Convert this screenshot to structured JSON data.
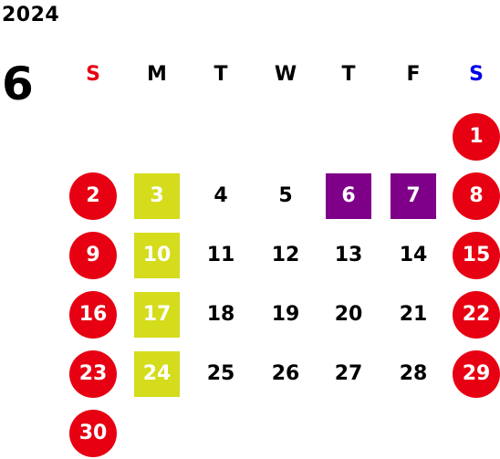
{
  "calendar": {
    "year": "2024",
    "month": "6",
    "weekday_headers": [
      {
        "label": "S",
        "color": "#e60012"
      },
      {
        "label": "M",
        "color": "#000000"
      },
      {
        "label": "T",
        "color": "#000000"
      },
      {
        "label": "W",
        "color": "#000000"
      },
      {
        "label": "T",
        "color": "#000000"
      },
      {
        "label": "F",
        "color": "#000000"
      },
      {
        "label": "S",
        "color": "#0000e6"
      }
    ],
    "first_weekday_index": 6,
    "days_in_month": 30,
    "colors": {
      "holiday_circle": "#e60012",
      "highlight_lime": "#d4dc1c",
      "highlight_purple": "#7f0088",
      "marked_text": "#ffffff",
      "normal_text": "#000000"
    },
    "days": [
      {
        "day": "1",
        "mark": "red-circle"
      },
      {
        "day": "2",
        "mark": "red-circle"
      },
      {
        "day": "3",
        "mark": "lime-square"
      },
      {
        "day": "4",
        "mark": "none"
      },
      {
        "day": "5",
        "mark": "none"
      },
      {
        "day": "6",
        "mark": "purple-square"
      },
      {
        "day": "7",
        "mark": "purple-square"
      },
      {
        "day": "8",
        "mark": "red-circle"
      },
      {
        "day": "9",
        "mark": "red-circle"
      },
      {
        "day": "10",
        "mark": "lime-square"
      },
      {
        "day": "11",
        "mark": "none"
      },
      {
        "day": "12",
        "mark": "none"
      },
      {
        "day": "13",
        "mark": "none"
      },
      {
        "day": "14",
        "mark": "none"
      },
      {
        "day": "15",
        "mark": "red-circle"
      },
      {
        "day": "16",
        "mark": "red-circle"
      },
      {
        "day": "17",
        "mark": "lime-square"
      },
      {
        "day": "18",
        "mark": "none"
      },
      {
        "day": "19",
        "mark": "none"
      },
      {
        "day": "20",
        "mark": "none"
      },
      {
        "day": "21",
        "mark": "none"
      },
      {
        "day": "22",
        "mark": "red-circle"
      },
      {
        "day": "23",
        "mark": "red-circle"
      },
      {
        "day": "24",
        "mark": "lime-square"
      },
      {
        "day": "25",
        "mark": "none"
      },
      {
        "day": "26",
        "mark": "none"
      },
      {
        "day": "27",
        "mark": "none"
      },
      {
        "day": "28",
        "mark": "none"
      },
      {
        "day": "29",
        "mark": "red-circle"
      },
      {
        "day": "30",
        "mark": "red-circle"
      }
    ]
  }
}
